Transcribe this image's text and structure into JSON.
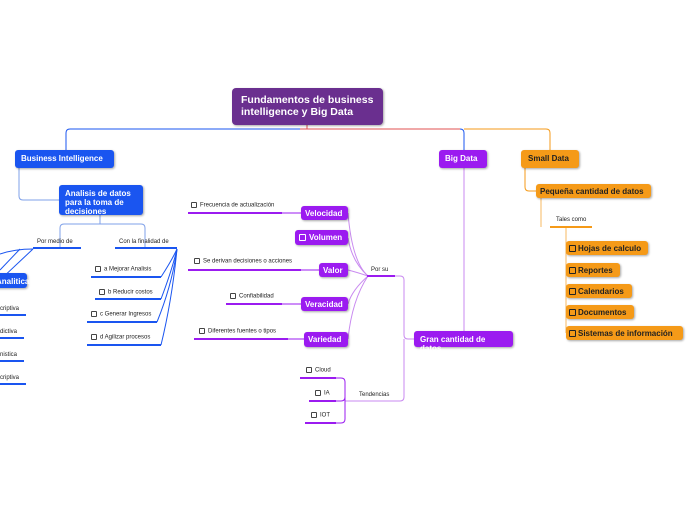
{
  "root": "Fundamentos de business intelligence y Big Data",
  "business_intelligence": {
    "title": "Business Intelligence",
    "analysis": "Analisis de datos para la toma de decisiones",
    "por_medio_de": "Por medio de",
    "con_la_finalidad_de": "Con la finalidad de",
    "analitica": "Analitica",
    "analytics_types": [
      "criptiva",
      "dictiva",
      "nistica",
      "criptiva"
    ],
    "purposes": [
      "a  Mejorar Analisis",
      "b  Reducir costos",
      "c  Generar Ingresos",
      "d  Agilizar procesos"
    ]
  },
  "big_data": {
    "title": "Big Data",
    "gran_cantidad": "Gran cantidad de datos",
    "por_su": "Por su",
    "vs": [
      {
        "label": "Velocidad",
        "detail": "Frecuencia de actualización"
      },
      {
        "label": "Volumen",
        "detail": ""
      },
      {
        "label": "Valor",
        "detail": "Se derivan decisiones o acciones"
      },
      {
        "label": "Veracidad",
        "detail": "Confiabilidad"
      },
      {
        "label": "Variedad",
        "detail": "Diferentes fuentes o tipos"
      }
    ],
    "tendencias": "Tendencias",
    "trends": [
      "Cloud",
      "IA",
      "IOT"
    ]
  },
  "small_data": {
    "title": "Small Data",
    "pequena": "Pequeña cantidad de datos",
    "tales_como": "Tales como",
    "items": [
      "Hojas de calculo",
      "Reportes",
      "Calendarios",
      "Documentos",
      "Sistemas de información"
    ]
  },
  "colors": {
    "root": "#6a2f8f",
    "blue": "#1a55f0",
    "purple": "#9b1bf0",
    "orange": "#f59a18"
  }
}
